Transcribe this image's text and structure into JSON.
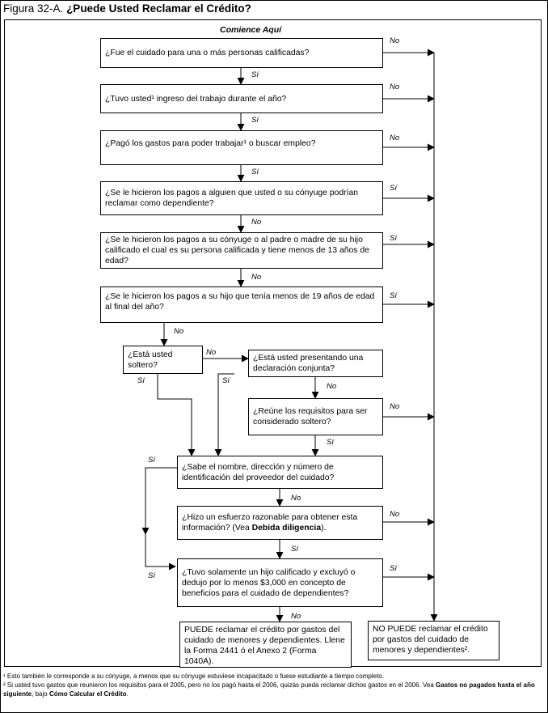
{
  "title": {
    "prefix": "Figura 32-A.",
    "text": "¿Puede Usted Reclamar el Crédito?"
  },
  "start_label": "Comience Aquí",
  "boxes": {
    "q1": "¿Fue el cuidado para una o más personas calificadas?",
    "q2": "¿Tuvo usted¹ ingreso del trabajo durante el año?",
    "q3": "¿Pagó los gastos para poder trabajar¹ o buscar empleo?",
    "q4": "¿Se le hicieron los pagos a alguien que usted o su cónyuge podrían reclamar como dependiente?",
    "q5": "¿Se le hicieron los pagos a su cónyuge o al padre o madre de su hijo calificado el cual es su persona calificada y tiene menos de 13 años de edad?",
    "q6": "¿Se le hicieron los pagos a su hijo que tenía menos de 19 años de edad al final del año?",
    "q7": "¿Está usted soltero?",
    "q8": "¿Está usted presentando una declaración conjunta?",
    "q9": "¿Reúne los requisitos para ser considerado soltero?",
    "q10": "¿Sabe el nombre, dirección y número de identificación del proveedor del cuidado?",
    "q11_a": "¿Hizo un esfuerzo razonable para obtener esta información? (Vea",
    "q11_b": "Debida diligencia",
    "q11_c": ").",
    "q12": "¿Tuvo solamente un hijo calificado y excluyó o dedujo por lo menos $3,000 en concepto de beneficios para el cuidado de dependientes?",
    "yes_result": "PUEDE reclamar el crédito por gastos del cuidado de menores y dependientes. Llene la Forma 2441 ó el Anexo 2 (Forma 1040A).",
    "no_result": "NO PUEDE reclamar el crédito por gastos del cuidado de menores y dependientes²."
  },
  "labels": {
    "yes": "Sí",
    "no": "No"
  },
  "footnotes": {
    "f1": "¹ Esto también le corresponde a su cónyuge, a menos que su cónyuge estuviese incapacitado o fuese estudiante a tiempo completo.",
    "f2_a": "² Si usted tuvo gastos que reunieron los requisitos para el 2005, pero no los pagó hasta el 2006, quizás pueda reclamar dichos gastos en el 2006. Vea",
    "f2_b": "Gastos no pagados hasta el año siguiente",
    "f2_c": ", bajo",
    "f2_d": "Cómo Calcular el Crédito",
    "f2_e": "."
  }
}
